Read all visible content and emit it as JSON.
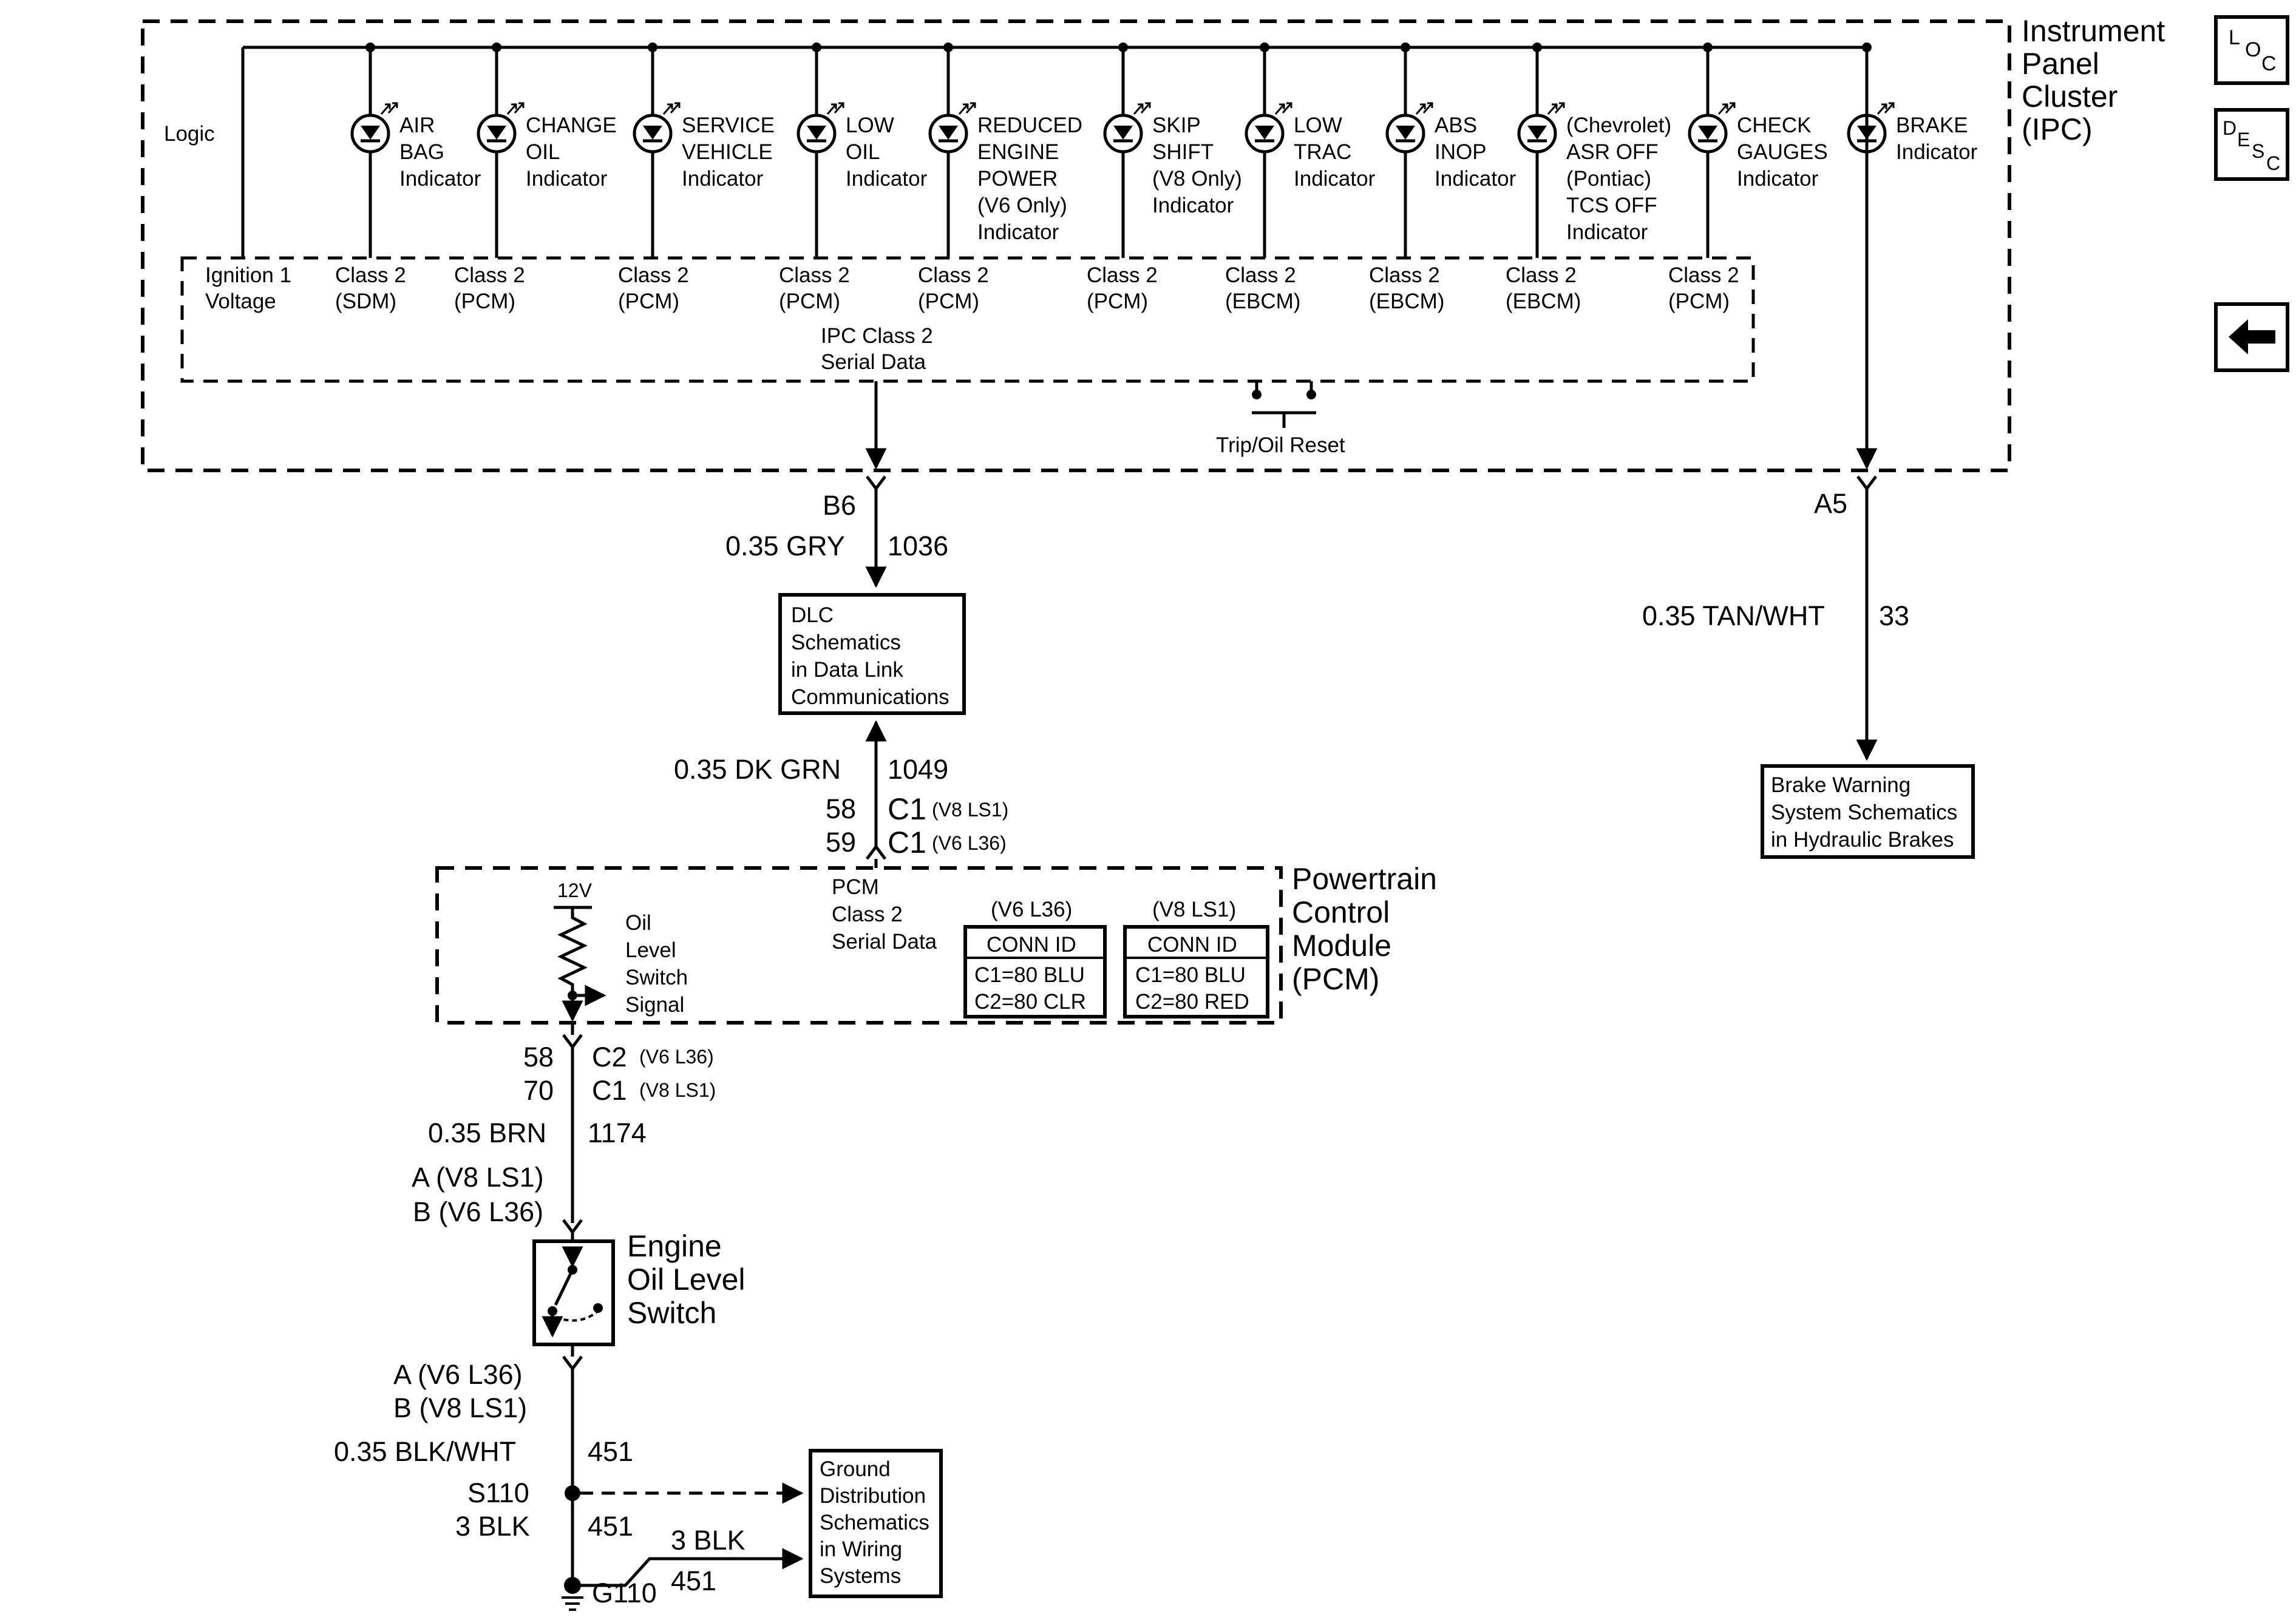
{
  "ipc": {
    "title": [
      "Instrument",
      "Panel",
      "Cluster",
      "(IPC)"
    ],
    "logic": "Logic",
    "ign_voltage": [
      "Ignition 1",
      "Voltage"
    ],
    "serial_data": [
      "IPC Class 2",
      "Serial Data"
    ],
    "trip_reset": "Trip/Oil Reset",
    "indicators": [
      {
        "lines": [
          "AIR",
          "BAG",
          "Indicator"
        ],
        "class_lines": [
          "Class 2",
          "(SDM)"
        ]
      },
      {
        "lines": [
          "CHANGE",
          "OIL",
          "Indicator"
        ],
        "class_lines": [
          "Class 2",
          "(PCM)"
        ]
      },
      {
        "lines": [
          "SERVICE",
          "VEHICLE",
          "Indicator"
        ],
        "class_lines": [
          "Class 2",
          "(PCM)"
        ]
      },
      {
        "lines": [
          "LOW",
          "OIL",
          "Indicator"
        ],
        "class_lines": [
          "Class 2",
          "(PCM)"
        ]
      },
      {
        "lines": [
          "REDUCED",
          "ENGINE",
          "POWER",
          "(V6 Only)",
          "Indicator"
        ],
        "class_lines": [
          "Class 2",
          "(PCM)"
        ]
      },
      {
        "lines": [
          "SKIP",
          "SHIFT",
          "(V8 Only)",
          "Indicator"
        ],
        "class_lines": [
          "Class 2",
          "(PCM)"
        ]
      },
      {
        "lines": [
          "LOW",
          "TRAC",
          "Indicator"
        ],
        "class_lines": [
          "Class 2",
          "(EBCM)"
        ]
      },
      {
        "lines": [
          "ABS",
          "INOP",
          "Indicator"
        ],
        "class_lines": [
          "Class 2",
          "(EBCM)"
        ]
      },
      {
        "lines": [
          "(Chevrolet)",
          "ASR OFF",
          "(Pontiac)",
          "TCS OFF",
          "Indicator"
        ],
        "class_lines": [
          "Class 2",
          "(EBCM)"
        ]
      },
      {
        "lines": [
          "CHECK",
          "GAUGES",
          "Indicator"
        ],
        "class_lines": [
          "Class 2",
          "(PCM)"
        ]
      },
      {
        "lines": [
          "BRAKE",
          "Indicator"
        ],
        "class_lines": []
      }
    ]
  },
  "wires": {
    "b6": "B6",
    "b6_color": "0.35 GRY",
    "b6_circuit": "1036",
    "a5": "A5",
    "a5_color": "0.35 TAN/WHT",
    "a5_circuit": "33",
    "dkgrn_color": "0.35 DK GRN",
    "dkgrn_circuit": "1049",
    "pin58": "58",
    "pin59": "59",
    "c1_v8": "C1",
    "c1_v8_note": "(V8 LS1)",
    "c1_v6": "C1",
    "c1_v6_note": "(V6 L36)",
    "pin58b": "58",
    "pin70": "70",
    "c2_v6": "C2",
    "c2_v6_note": "(V6 L36)",
    "c1_v8b": "C1",
    "c1_v8b_note": "(V8 LS1)",
    "brn_color": "0.35 BRN",
    "brn_circuit": "1174",
    "sw_top_a": "A (V8 LS1)",
    "sw_top_b": "B (V6 L36)",
    "sw_bot_a": "A (V6 L36)",
    "sw_bot_b": "B (V8 LS1)",
    "blkwht_color": "0.35 BLK/WHT",
    "blkwht_circuit": "451",
    "s110": "S110",
    "blk_color": "3 BLK",
    "blk_circuit": "451",
    "blk2_color": "3 BLK",
    "blk2_circuit": "451",
    "g110": "G110"
  },
  "boxes": {
    "dlc": [
      "DLC",
      "Schematics",
      "in Data Link",
      "Communications"
    ],
    "brake": [
      "Brake Warning",
      "System Schematics",
      "in Hydraulic Brakes"
    ],
    "ground": [
      "Ground",
      "Distribution",
      "Schematics",
      "in Wiring",
      "Systems"
    ]
  },
  "pcm": {
    "title": [
      "Powertrain",
      "Control",
      "Module",
      "(PCM)"
    ],
    "v12": "12V",
    "oil_signal": [
      "Oil",
      "Level",
      "Switch",
      "Signal"
    ],
    "serial": [
      "PCM",
      "Class 2",
      "Serial Data"
    ],
    "v6_label": "(V6 L36)",
    "v8_label": "(V8 LS1)",
    "conn_id": "CONN ID",
    "v6_rows": [
      "C1=80 BLU",
      "C2=80 CLR"
    ],
    "v8_rows": [
      "C1=80 BLU",
      "C2=80 RED"
    ]
  },
  "switch": {
    "title": [
      "Engine",
      "Oil Level",
      "Switch"
    ]
  },
  "nav": {
    "loc": [
      "L",
      "O",
      "C"
    ],
    "desc": [
      "D",
      "E",
      "S",
      "C"
    ]
  }
}
